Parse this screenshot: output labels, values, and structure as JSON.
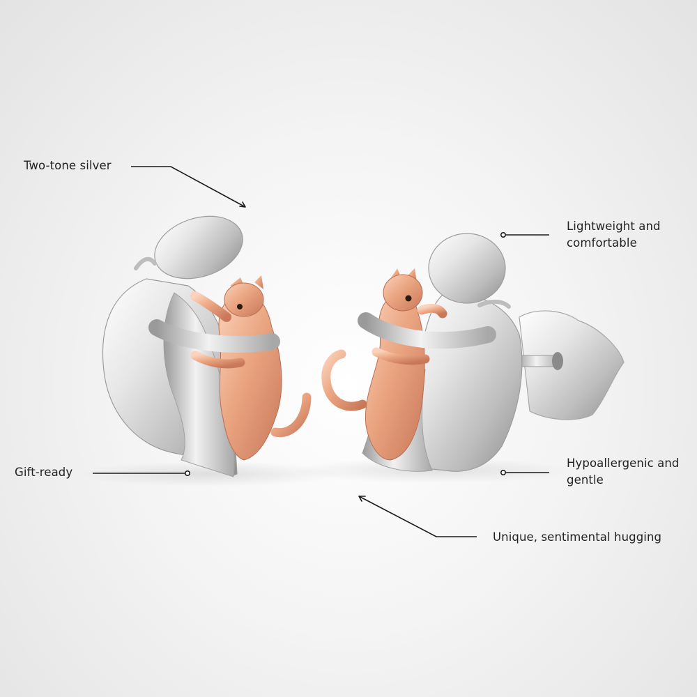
{
  "product": {
    "image_icon": "stud-earrings-person-hugging-cat-icon",
    "colors": {
      "silver": "#d9d9d9",
      "rose_gold": "#e8a584",
      "background": "#f2f2f2",
      "callout_line": "#1a1a1a"
    }
  },
  "callouts": {
    "two_tone": {
      "text": "Two-tone silver"
    },
    "lightweight": {
      "line1": "Lightweight and",
      "line2": "comfortable"
    },
    "gift": {
      "text": "Gift-ready"
    },
    "hypoallergenic": {
      "line1": "Hypoallergenic and",
      "line2": "gentle"
    },
    "unique": {
      "text": "Unique, sentimental hugging"
    }
  }
}
